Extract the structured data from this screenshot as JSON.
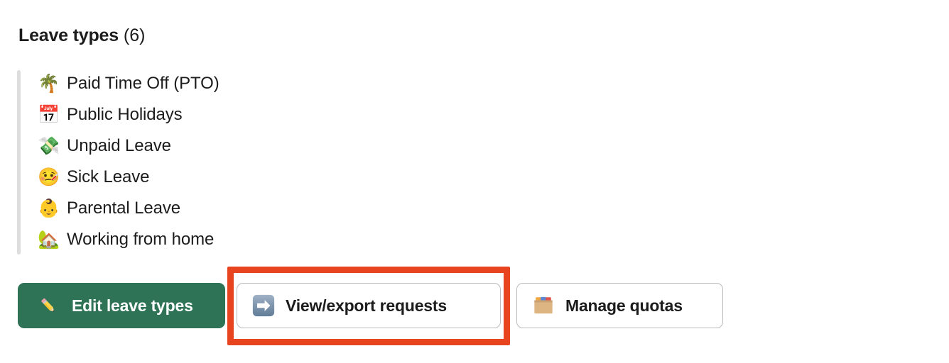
{
  "section": {
    "title": "Leave types",
    "count": "(6)"
  },
  "leave_types": [
    {
      "emoji": "🌴",
      "icon_name": "palm-tree-emoji",
      "label": "Paid Time Off (PTO)"
    },
    {
      "emoji": "📅",
      "icon_name": "calendar-emoji",
      "label": "Public Holidays"
    },
    {
      "emoji": "💸",
      "icon_name": "money-with-wings-emoji",
      "label": "Unpaid Leave"
    },
    {
      "emoji": "🤒",
      "icon_name": "face-with-thermometer-emoji",
      "label": "Sick Leave"
    },
    {
      "emoji": "👶",
      "icon_name": "baby-emoji",
      "label": "Parental Leave"
    },
    {
      "emoji": "🏡",
      "icon_name": "house-with-garden-emoji",
      "label": "Working from home"
    }
  ],
  "buttons": {
    "edit": {
      "label": "Edit leave types",
      "emoji": "✏️",
      "icon_name": "pencil-emoji",
      "style": "primary"
    },
    "view_export": {
      "label": "View/export requests",
      "emoji": "➡️",
      "icon_name": "right-arrow-emoji",
      "style": "secondary"
    },
    "manage_quotas": {
      "label": "Manage quotas",
      "emoji": "🗂️",
      "icon_name": "card-index-dividers-emoji",
      "style": "secondary"
    }
  },
  "annotation": {
    "type": "highlight-rectangle",
    "target": "view_export",
    "color": "#e8441f"
  },
  "colors": {
    "primary_green": "#2f7357",
    "text": "#1d1c1d",
    "quote_bar": "#dddddd",
    "button_border": "#bbbbbb",
    "highlight_red": "#e8441f",
    "background": "#ffffff"
  }
}
